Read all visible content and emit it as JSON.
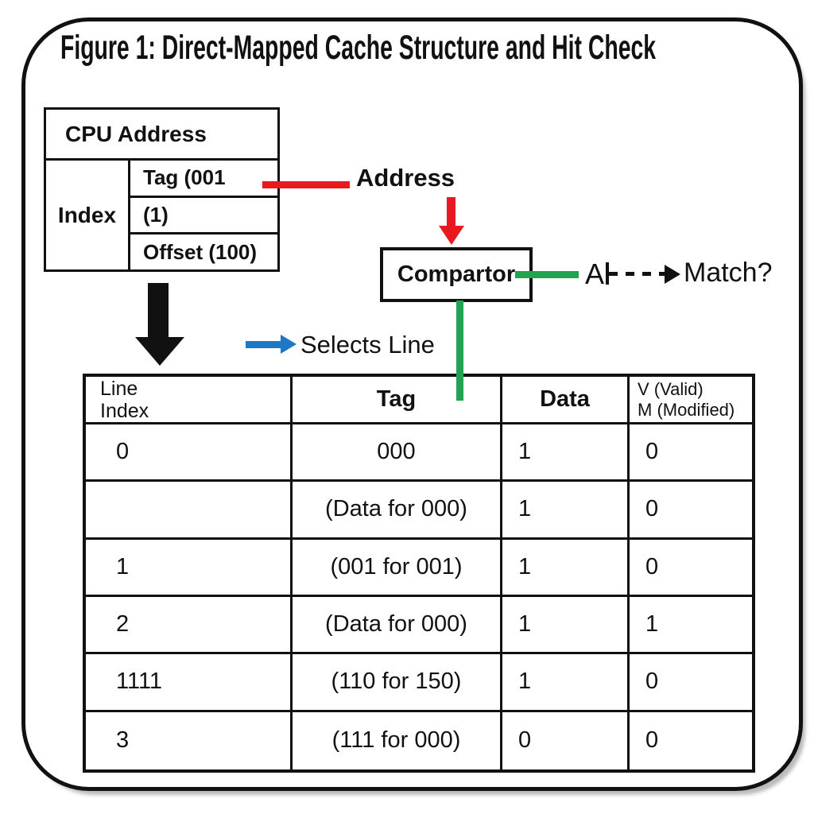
{
  "title": "Figure 1: Direct-Mapped Cache Structure and Hit Check",
  "cpu_address_box": {
    "header": "CPU Address",
    "index_label": "Index",
    "fields": [
      "Tag (001",
      "(1)",
      "Offset (100)"
    ]
  },
  "flow_labels": {
    "address": "Address",
    "comparator": "Compartor",
    "comparator_output": "A",
    "match": "Match?",
    "selects_line": "Selects Line"
  },
  "cache_table": {
    "headers": {
      "line_index": [
        "Line",
        "Index"
      ],
      "tag": "Tag",
      "data": "Data",
      "valid_modified": [
        "V (Valid)",
        "M (Modified)"
      ]
    },
    "rows": [
      [
        "0",
        "000",
        "1",
        "0"
      ],
      [
        "",
        "(Data for 000)",
        "1",
        "0"
      ],
      [
        "1",
        "(001 for 001)",
        "1",
        "0"
      ],
      [
        "2",
        "(Data for 000)",
        "1",
        "1"
      ],
      [
        "1111",
        "(110 for 150)",
        "1",
        "0"
      ],
      [
        "3",
        "(111 for 000)",
        "0",
        "0"
      ]
    ]
  },
  "colors": {
    "address_line": "#e8191f",
    "match_line": "#21a350",
    "selects_line_arrow": "#1e78c8",
    "ink": "#111111"
  }
}
